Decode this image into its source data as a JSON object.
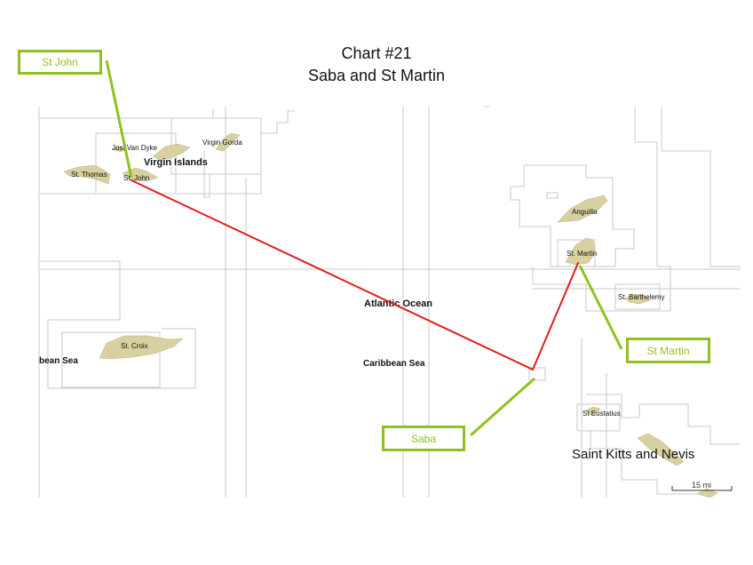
{
  "title": [
    "Chart #21",
    "Saba and St Martin"
  ],
  "callouts": {
    "st_john": "St John",
    "st_martin": "St Martin",
    "saba": "Saba"
  },
  "labels": {
    "jost_van_dyke": "Jost Van Dyke",
    "virgin_gorda": "Virgin Gorda",
    "virgin_islands": "Virgin Islands",
    "st_thomas": "St. Thomas",
    "st_john": "St. John",
    "anguilla": "Anguilla",
    "st_martin": "St. Martin",
    "st_barthelemy": "St. Barthelemy",
    "st_croix": "St. Croix",
    "atlantic_ocean": "Atlantic Ocean",
    "caribbean_sea": "Caribbean Sea",
    "caribbean_sea_partial": "bean Sea",
    "st_eustatius": "St Eustatius",
    "saint_kitts_nevis": "Saint Kitts and Nevis"
  },
  "scale": "15 mi",
  "colors": {
    "land": "#d8d0a0",
    "route": "#e31b1b",
    "callout": "#8dc21f",
    "chart_border": "#c8c8c8"
  }
}
